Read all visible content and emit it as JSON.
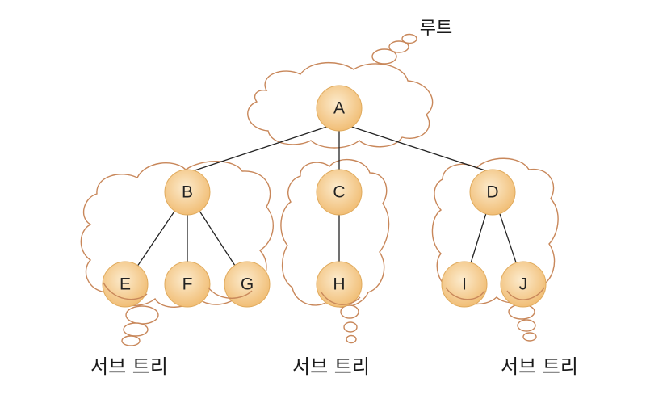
{
  "root_label": "루트",
  "nodes": {
    "A": "A",
    "B": "B",
    "C": "C",
    "D": "D",
    "E": "E",
    "F": "F",
    "G": "G",
    "H": "H",
    "I": "I",
    "J": "J"
  },
  "subtree_labels": [
    "서브 트리",
    "서브 트리",
    "서브 트리"
  ],
  "colors": {
    "node_fill_light": "#fbe3bd",
    "node_fill_dark": "#f0bc74",
    "cloud_outline": "#c8875a",
    "edge": "#222222"
  }
}
